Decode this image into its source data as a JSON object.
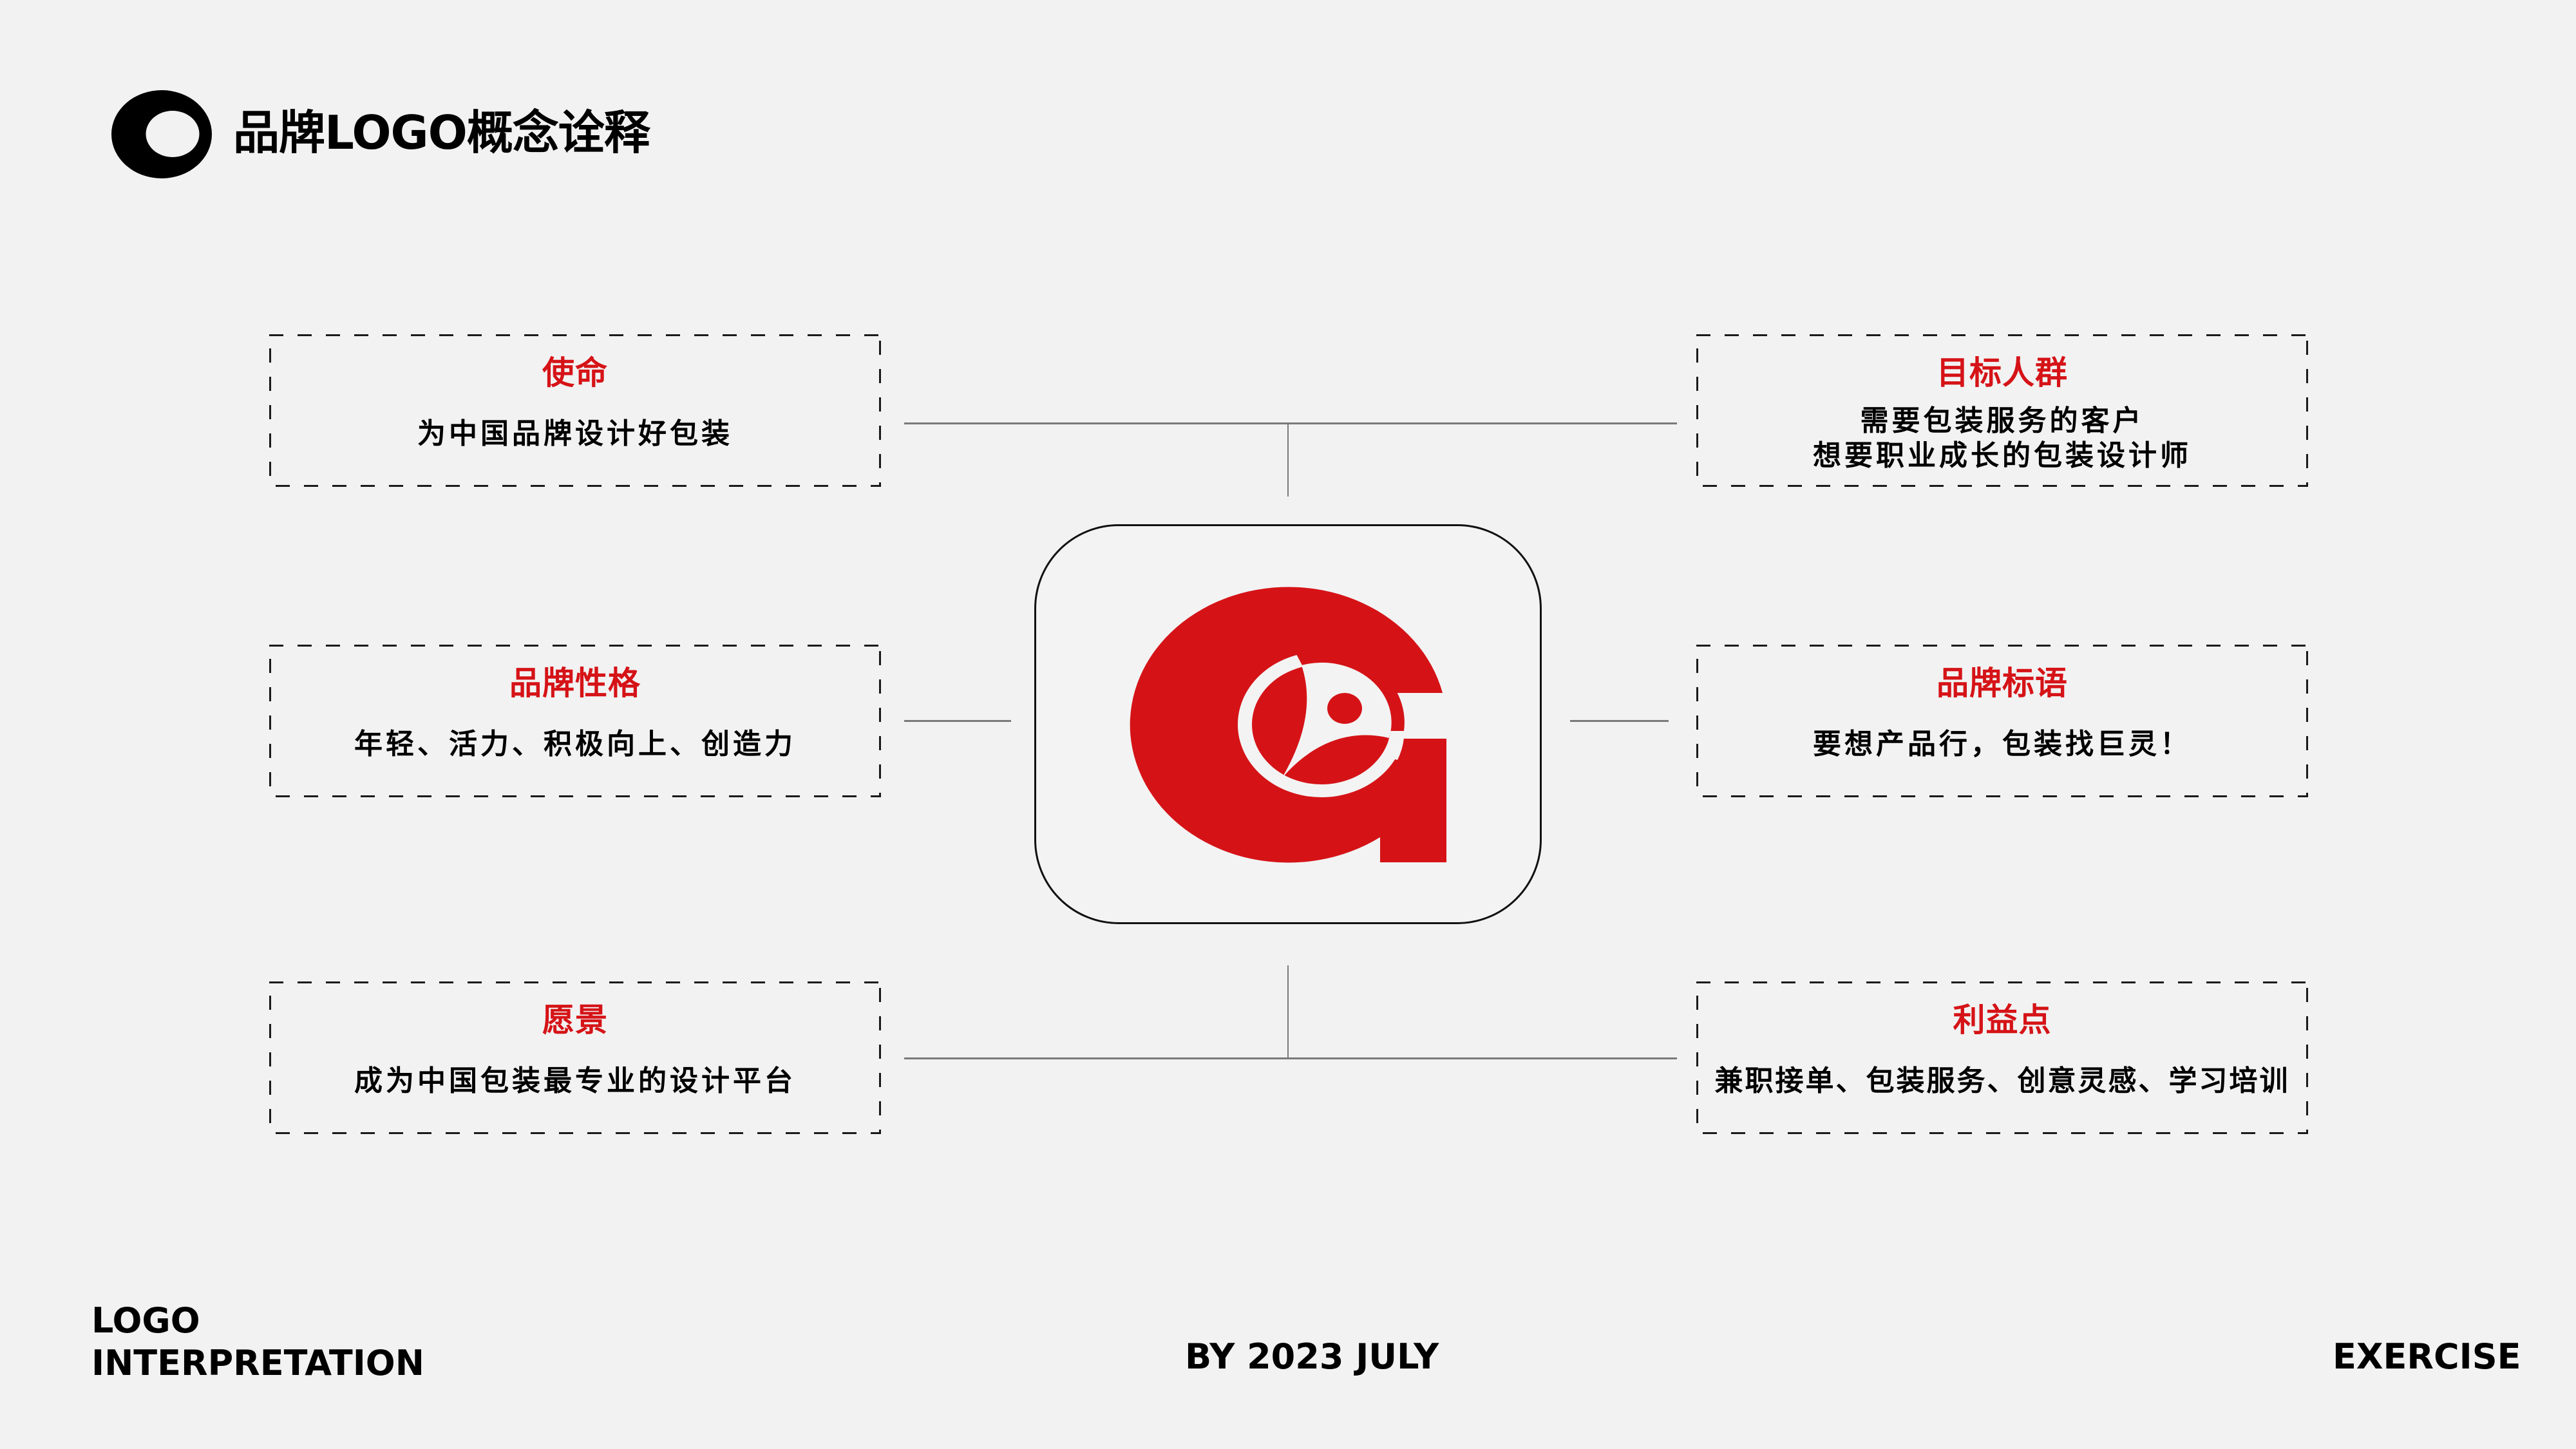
{
  "header": {
    "icon": "ring-icon",
    "title": "品牌LOGO概念诠释"
  },
  "brand_colors": {
    "accent": "#d51317",
    "text": "#000000",
    "background": "#f2f2f2",
    "connector": "#7a7a7a"
  },
  "center_logo": {
    "icon": "brand-g-logo-icon",
    "description": "Red G mark with white circle and abstract person figure"
  },
  "cards": {
    "mission": {
      "title": "使命",
      "body": "为中国品牌设计好包装"
    },
    "target_audience": {
      "title": "目标人群",
      "lines": [
        "需要包装服务的客户",
        "想要职业成长的包装设计师"
      ]
    },
    "personality": {
      "title": "品牌性格",
      "body": "年轻、活力、积极向上、创造力"
    },
    "slogan": {
      "title": "品牌标语",
      "body": "要想产品行，包装找巨灵！"
    },
    "vision": {
      "title": "愿景",
      "body": "成为中国包装最专业的设计平台"
    },
    "benefits": {
      "title": "利益点",
      "body": "兼职接单、包装服务、创意灵感、学习培训"
    }
  },
  "footer": {
    "left_line1": "LOGO",
    "left_line2": "INTERPRETATION",
    "center": "BY 2023 JULY",
    "right": "EXERCISE"
  }
}
